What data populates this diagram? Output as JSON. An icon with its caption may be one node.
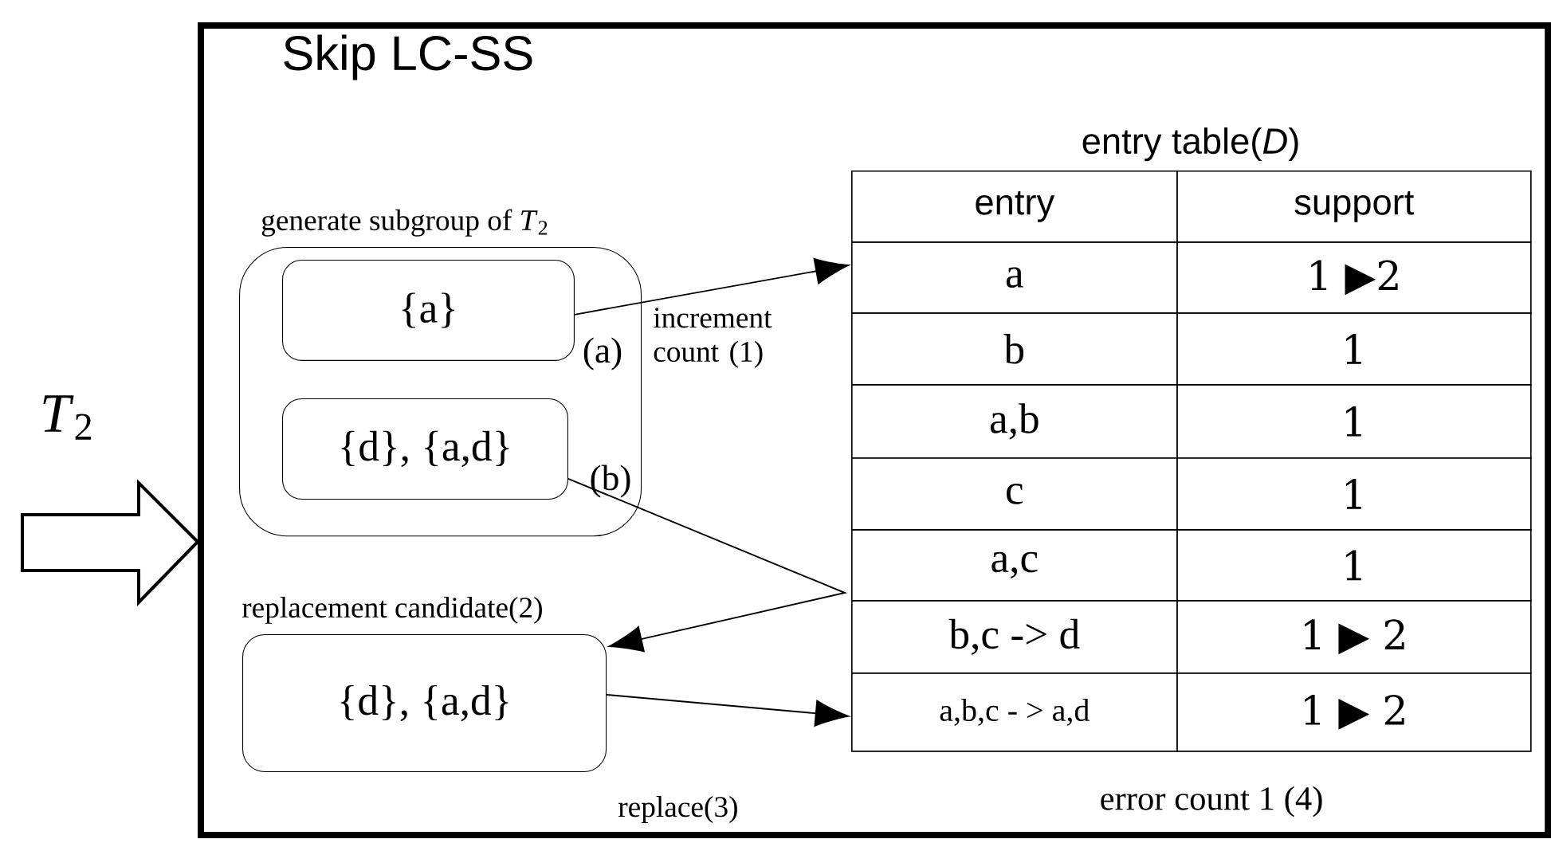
{
  "diagram": {
    "nodes": [
      {
        "text": [
          "Skip LC-SS"
        ]
      },
      {
        "text": [
          "generate subgroup of *T*$_{2}$"
        ],
        "in": 0
      },
      {
        "text": [
          "{a}"
        ],
        "in": 1
      },
      {
        "text": [
          "{d}, {a,d}"
        ],
        "in": 1
      },
      {
        "text": [
          "replacement candidate(2)",
          "{d}, {a,d}"
        ],
        "in": 0
      },
      {
        "text": [
          "entry table(*D*)"
        ],
        "in": 0
      },
      {
        "text": [
          "entry"
        ],
        "in": 5
      },
      {
        "text": [
          "support"
        ],
        "in": 5
      },
      {
        "text": [
          "a"
        ],
        "in": 5
      },
      {
        "text": [
          "1 ▶2"
        ],
        "in": 5
      },
      {
        "text": [
          "b"
        ],
        "in": 5
      },
      {
        "text": [
          "1"
        ],
        "in": 5
      },
      {
        "text": [
          "a,b"
        ],
        "in": 5
      },
      {
        "text": [
          "1"
        ],
        "in": 5
      },
      {
        "text": [
          "c"
        ],
        "in": 5
      },
      {
        "text": [
          "1"
        ],
        "in": 5
      },
      {
        "text": [
          "a,c"
        ],
        "in": 5
      },
      {
        "text": [
          "1"
        ],
        "in": 5
      },
      {
        "text": [
          "b,c -> d"
        ],
        "in": 5
      },
      {
        "text": [
          "1 ▶ 2"
        ],
        "in": 5
      },
      {
        "text": [
          "a,b,c - > a,d"
        ],
        "in": 5
      },
      {
        "text": [
          "1 ▶ 2"
        ],
        "in": 5
      }
    ],
    "edges": [
      {
        "from": null,
        "to": 0,
        "arrow": "to",
        "label": "*T*$_{2}$"
      },
      {
        "from": 2,
        "to": 8,
        "arrow": "to",
        "label": "increment count (1)"
      },
      {
        "from": 3,
        "to": 4,
        "arrow": "to"
      },
      {
        "from": 4,
        "to": 20,
        "arrow": "to",
        "label": "replace(3)"
      }
    ],
    "labels": [
      "(a)",
      "(b)",
      "error count 1 (4)"
    ]
  }
}
